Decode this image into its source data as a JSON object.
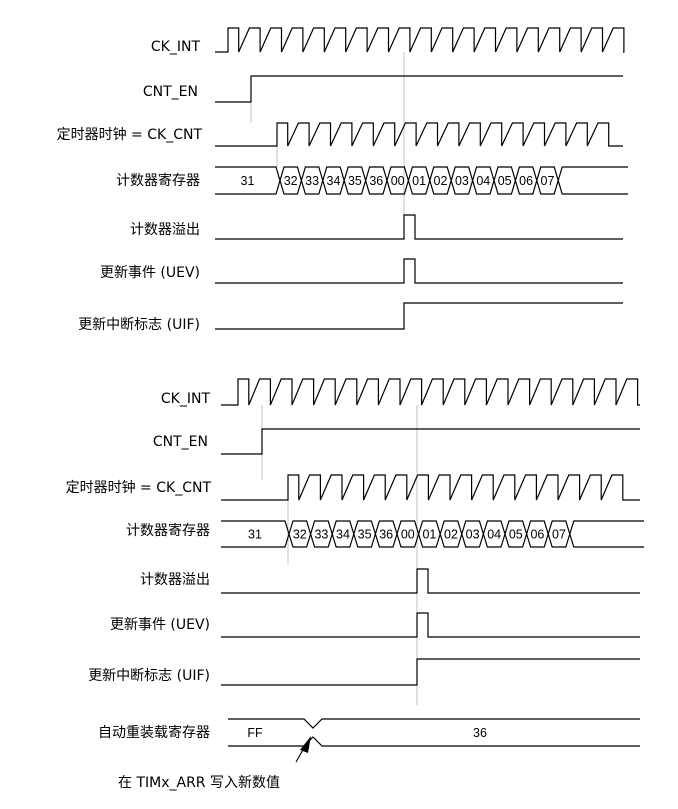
{
  "diagram1": {
    "labels": {
      "ck_int": "CK_INT",
      "cnt_en": "CNT_EN",
      "ck_cnt": "定时器时钟 = CK_CNT",
      "counter_register": "计数器寄存器",
      "counter_overflow": "计数器溢出",
      "update_event": "更新事件 (UEV)",
      "update_interrupt_flag": "更新中断标志 (UIF)"
    },
    "counter_values": [
      "31",
      "32",
      "33",
      "34",
      "35",
      "36",
      "00",
      "01",
      "02",
      "03",
      "04",
      "05",
      "06",
      "07"
    ]
  },
  "diagram2": {
    "labels": {
      "ck_int": "CK_INT",
      "cnt_en": "CNT_EN",
      "ck_cnt": "定时器时钟 = CK_CNT",
      "counter_register": "计数器寄存器",
      "counter_overflow": "计数器溢出",
      "update_event": "更新事件 (UEV)",
      "update_interrupt_flag": "更新中断标志 (UIF)",
      "auto_reload_register": "自动重装载寄存器"
    },
    "counter_values": [
      "31",
      "32",
      "33",
      "34",
      "35",
      "36",
      "00",
      "01",
      "02",
      "03",
      "04",
      "05",
      "06",
      "07"
    ],
    "arr_values": [
      "FF",
      "36"
    ],
    "annotation": "在 TIMx_ARR 写入新数值"
  }
}
